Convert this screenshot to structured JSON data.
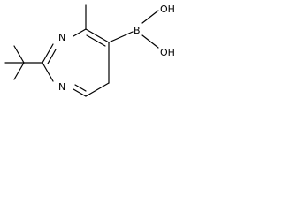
{
  "molecule": {
    "atoms": {
      "n_upper": "N",
      "n_lower": "N",
      "boron": "B",
      "oh_upper": "OH",
      "oh_lower": "OH"
    },
    "colors": {
      "bond": "#000000",
      "text": "#000000",
      "background": "#ffffff"
    }
  }
}
